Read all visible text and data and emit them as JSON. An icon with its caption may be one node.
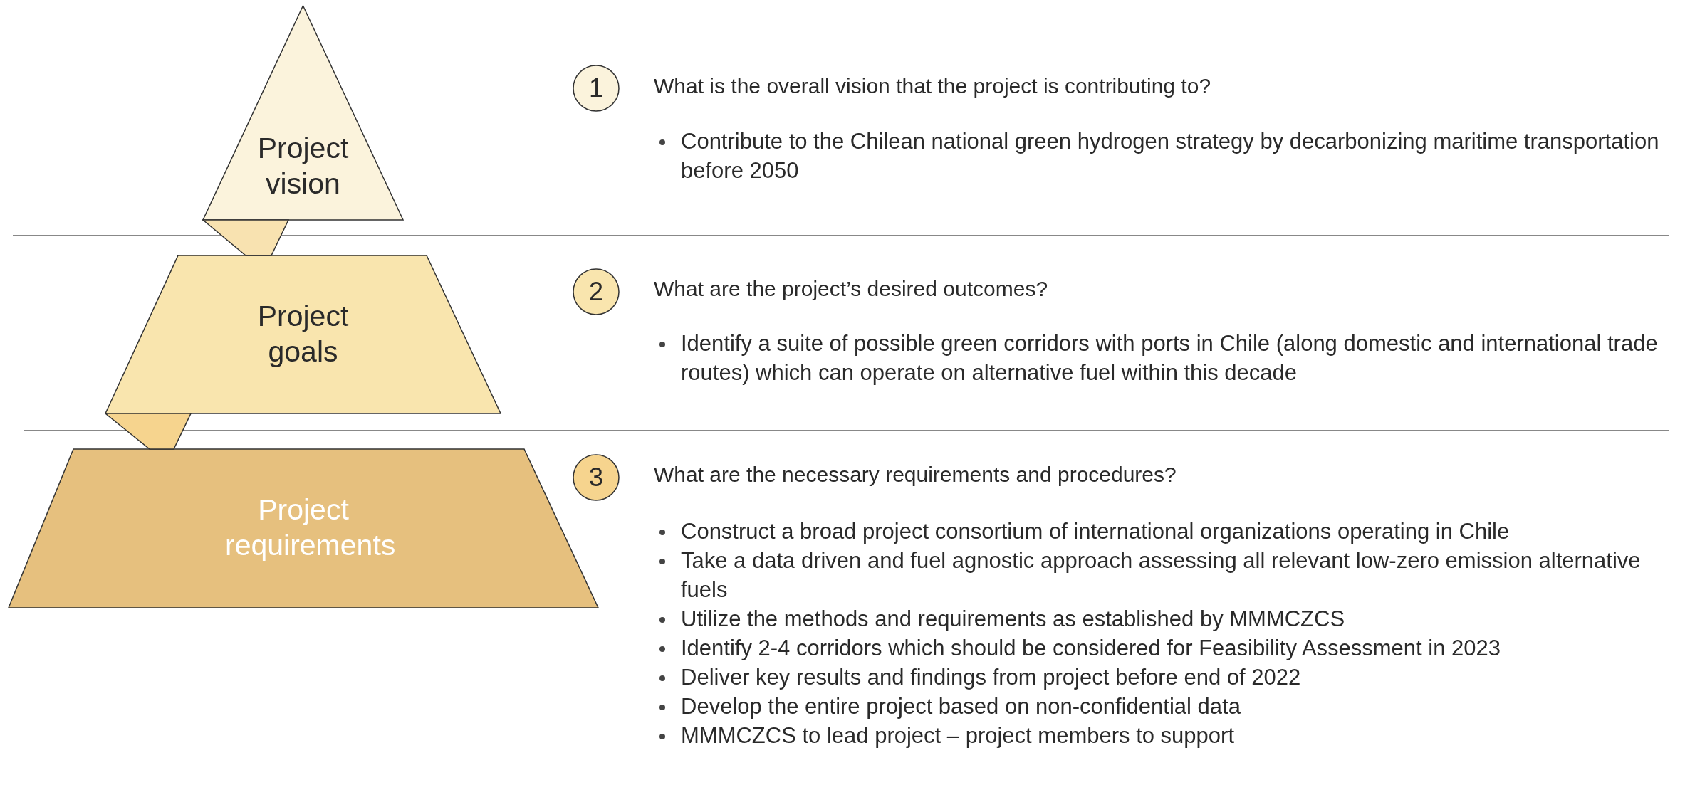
{
  "diagram": {
    "nodes": [
      {
        "text": [
          "Project vision"
        ]
      },
      {
        "text": [
          "Project goals"
        ]
      },
      {
        "text": [
          "Project requirements"
        ]
      },
      {
        "text": [
          "1"
        ]
      },
      {
        "text": [
          "2"
        ]
      },
      {
        "text": [
          "3"
        ]
      },
      {
        "text": [],
        "shape": "ribbon"
      },
      {
        "text": [],
        "shape": "ribbon"
      }
    ],
    "labels": [
      "What is the overall vision that the project is contributing to?",
      "Contribute to the Chilean national green hydrogen strategy by decarbonizing maritime transportation before 2050",
      "What are the project’s desired outcomes?",
      "Identify a suite of possible green corridors with ports in Chile (along domestic and international trade routes) which can operate on alternative fuel within this decade",
      "What are the necessary requirements and procedures?",
      "Construct a broad project consortium of international organizations operating in Chile",
      "Take a data driven and fuel agnostic approach assessing all relevant low-zero emission alternative fuels",
      "Utilize the methods and requirements as established by MMMCZCS",
      "Identify 2-4 corridors which should be considered for Feasibility Assessment in 2023",
      "Deliver key results and findings from project before end of 2022",
      "Develop the entire project based on non-confidential data",
      "MMMCZCS to lead project – project members to support"
    ]
  }
}
